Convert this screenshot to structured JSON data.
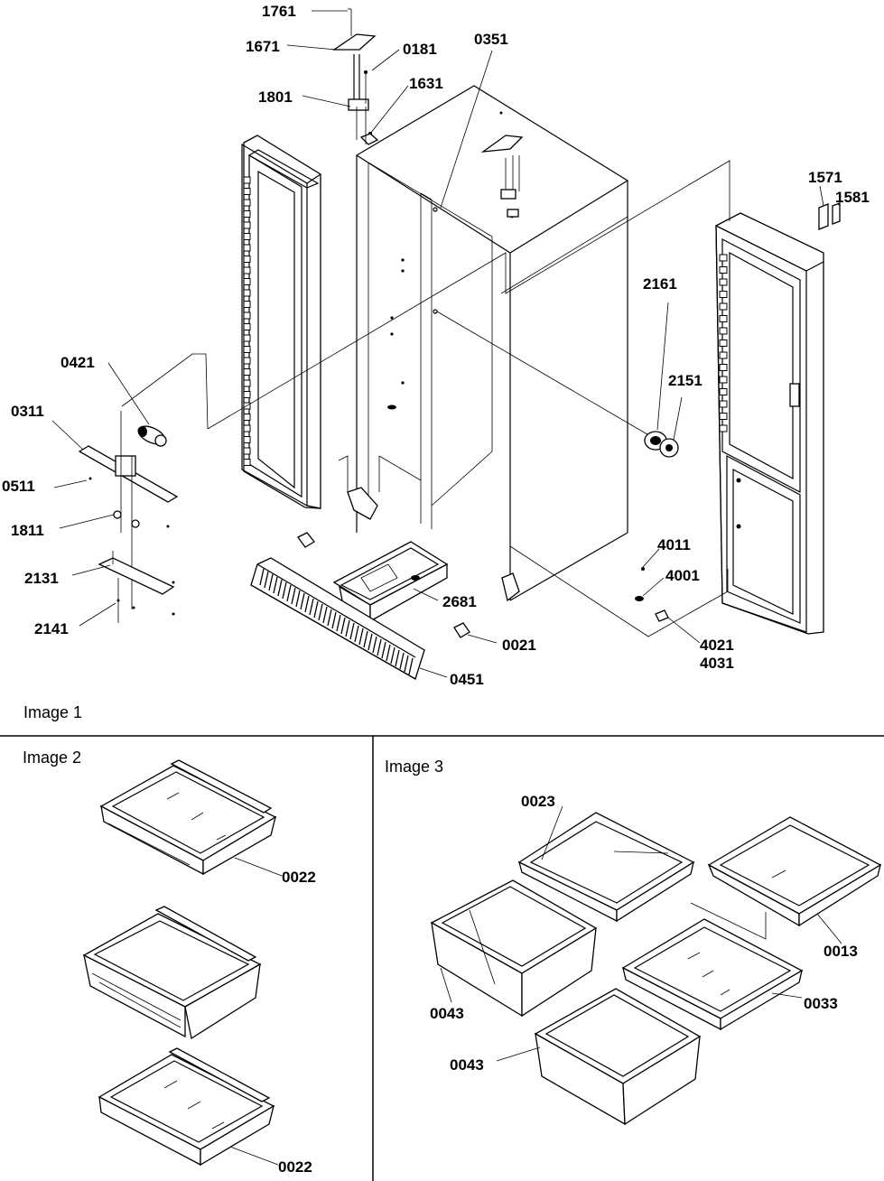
{
  "panels": {
    "image1_title": "Image 1",
    "image2_title": "Image 2",
    "image3_title": "Image 3"
  },
  "callouts": {
    "p1761": "1761",
    "p1671": "1671",
    "p0181": "0181",
    "p1801": "1801",
    "p1631": "1631",
    "p0351": "0351",
    "p1571": "1571",
    "p1581": "1581",
    "p2161": "2161",
    "p2151": "2151",
    "p0421": "0421",
    "p0311": "0311",
    "p0511": "0511",
    "p1811": "1811",
    "p2131": "2131",
    "p2141": "2141",
    "p2681": "2681",
    "p0021": "0021",
    "p0451": "0451",
    "p4011": "4011",
    "p4001": "4001",
    "p4021": "4021",
    "p4031": "4031",
    "p0022a": "0022",
    "p0022b": "0022",
    "p0023": "0023",
    "p0013": "0013",
    "p0043a": "0043",
    "p0033": "0033",
    "p0043b": "0043"
  }
}
